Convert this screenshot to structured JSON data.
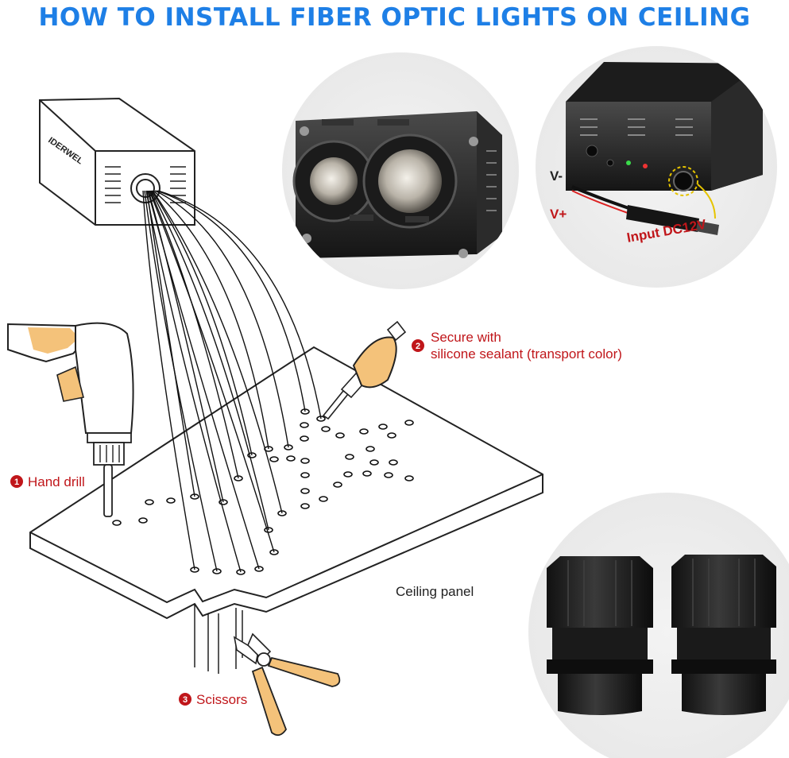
{
  "title": "HOW TO INSTALL FIBER OPTIC LIGHTS ON CEILING",
  "brand": "IDERWEL",
  "steps": [
    {
      "num": "1",
      "label": "Hand drill"
    },
    {
      "num": "2",
      "label_line1": "Secure with",
      "label_line2": "silicone sealant (transport color)"
    },
    {
      "num": "3",
      "label": "Scissors"
    }
  ],
  "ceiling_label": "Ceiling panel",
  "power": {
    "v_minus": "V-",
    "v_plus": "V+",
    "input": "Input DC12V"
  },
  "colors": {
    "title": "#1e7fe6",
    "step_red": "#c0161a",
    "tool_orange": "#f4c27a"
  }
}
